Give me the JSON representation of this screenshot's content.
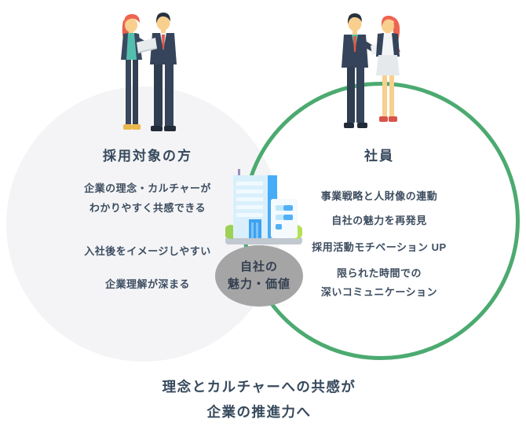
{
  "diagram": {
    "left_circle": {
      "heading": "採用対象の方",
      "lines": [
        "企業の理念・カルチャーが",
        "わかりやすく共感できる",
        "入社後をイメージしやすい",
        "企業理解が深まる"
      ]
    },
    "right_circle": {
      "heading": "社員",
      "lines": [
        "事業戦略と人財像の連動",
        "自社の魅力を再発見",
        "採用活動モチベーション UP",
        "限られた時間での",
        "深いコミュニケーション"
      ]
    },
    "center_overlap": {
      "lines": [
        "自社の",
        "魅力・価値"
      ]
    },
    "caption_lines": [
      "理念とカルチャーへの共感が",
      "企業の推進力へ"
    ],
    "icons": {
      "left_illustration": "recruit-candidates-pair-illustration",
      "right_illustration": "employees-pair-illustration",
      "center_illustration": "company-building-icon"
    },
    "colors": {
      "left_circle_fill": "#f4f4f6",
      "right_circle_stroke": "#4caa70",
      "overlap_ellipse_fill": "#a5a5a5",
      "text": "#36485c"
    }
  }
}
